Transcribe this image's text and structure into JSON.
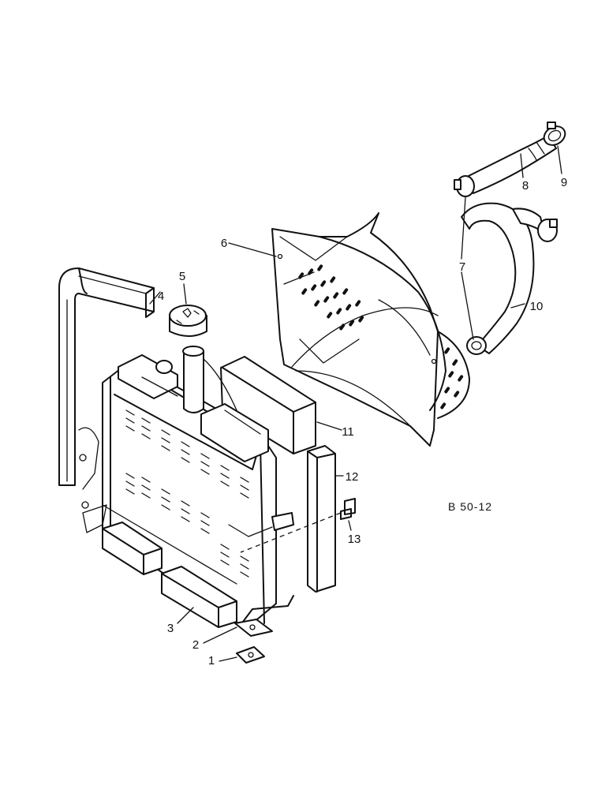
{
  "figure_code": "B 50-12",
  "callouts": {
    "c1": "1",
    "c2": "2",
    "c3": "3",
    "c4": "4",
    "c5": "5",
    "c6": "6",
    "c7": "7",
    "c8": "8",
    "c9": "9",
    "c10": "10",
    "c11": "11",
    "c12": "12",
    "c13": "13"
  }
}
